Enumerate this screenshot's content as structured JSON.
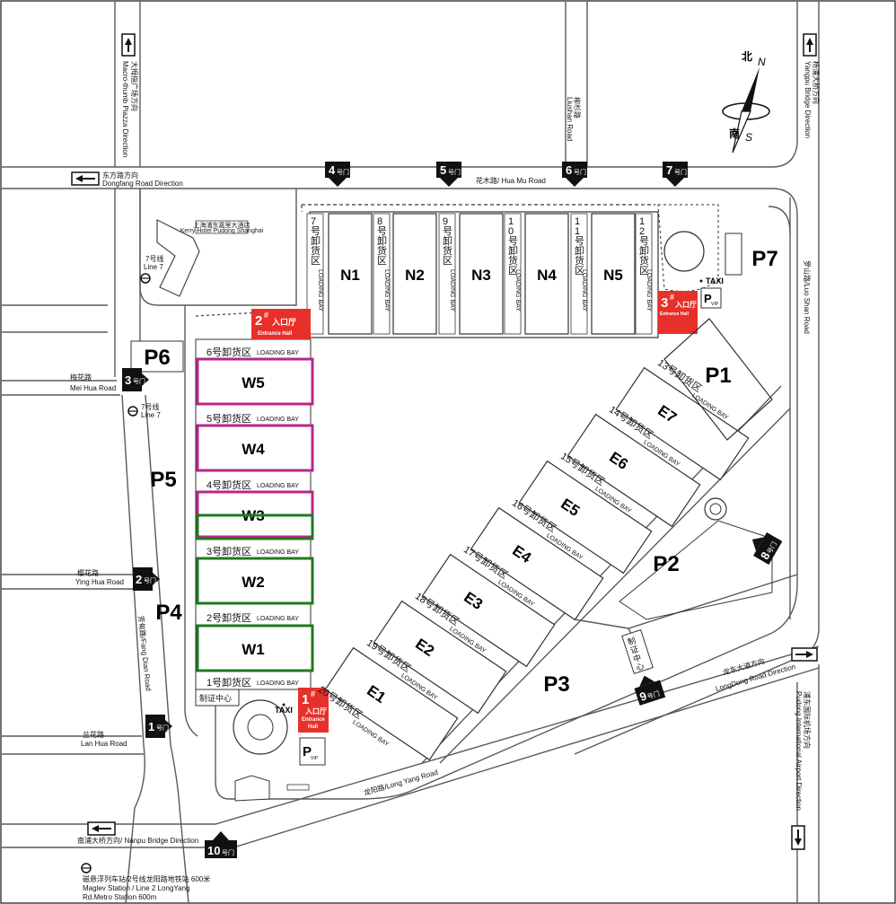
{
  "colors": {
    "road": "#5a5a5a",
    "entrance_red": "#e8302a",
    "hall_w_magenta": "#b8268a",
    "hall_w_green": "#1f7a1f",
    "gate_black": "#111111"
  },
  "compass": {
    "north_cn": "北",
    "north_en": "N",
    "south_cn": "南",
    "south_en": "S"
  },
  "roads": {
    "dongfang": {
      "cn": "东方路方向",
      "en": "Dongfang Road Direction"
    },
    "macro": {
      "cn": "大拇指广场方向",
      "en": "Macro-thumb Piazza Direction"
    },
    "lushan": {
      "cn": "柳杉路",
      "en": "Liushan Road"
    },
    "yangpu": {
      "cn": "杨浦大桥方向",
      "en": "Yangpu Bridge Direction"
    },
    "huamu": {
      "cn": "花木路",
      "en": "Hua Mu Road",
      "full": "花木路/ Hua Mu Road"
    },
    "luoshan": {
      "cn": "罗山路",
      "en": "Luo Shan Road",
      "full": "罗山路/Luo Shan Road"
    },
    "meihua": {
      "cn": "梅花路",
      "en": "Mei Hua Road"
    },
    "yinghua": {
      "cn": "樱花路",
      "en": "Ying Hua Road"
    },
    "fangdian": {
      "cn": "芳甸路",
      "en": "Fang Dian Road",
      "full": "芳甸路/Fang Dian Road"
    },
    "lanhua": {
      "cn": "兰花路",
      "en": "Lan Hua Road"
    },
    "longyang": {
      "full": "龙阳路/Long Yang Road"
    },
    "longdong": {
      "cn": "龙东大道方向",
      "en": "LongDong Road Direction"
    },
    "pudong_airport": {
      "cn": "浦东国际机场方向",
      "en": "Pudong International Airport Direction"
    },
    "nanpu": {
      "full": "南浦大桥方向/ Nanpu Bridge Direction"
    }
  },
  "metro": {
    "line7": {
      "cn": "7号线",
      "en": "Line 7"
    },
    "bottom_line1": "磁悬浮列车站/2号线龙阳路地铁站  600米",
    "bottom_line2": "Maglev Station / Line 2 LongYang",
    "bottom_line3": "Rd.Metro Station 600m"
  },
  "hotel": {
    "cn": "上海浦东嘉里大酒店",
    "en": "Kerry Hotel Pudong Shanghai"
  },
  "gates": [
    {
      "num": "1",
      "suffix": "号门"
    },
    {
      "num": "2",
      "suffix": "号门"
    },
    {
      "num": "3",
      "suffix": "号门"
    },
    {
      "num": "4",
      "suffix": "号门"
    },
    {
      "num": "5",
      "suffix": "号门"
    },
    {
      "num": "6",
      "suffix": "号门"
    },
    {
      "num": "7",
      "suffix": "号门"
    },
    {
      "num": "8",
      "suffix": "号门"
    },
    {
      "num": "9",
      "suffix": "号门"
    },
    {
      "num": "10",
      "suffix": "号门"
    }
  ],
  "halls_north": [
    {
      "name": "N1"
    },
    {
      "name": "N2"
    },
    {
      "name": "N3"
    },
    {
      "name": "N4"
    },
    {
      "name": "N5"
    }
  ],
  "bays_north": [
    {
      "cn": "7号卸货区",
      "en": "LOADING BAY"
    },
    {
      "cn": "8号卸货区",
      "en": "LOADING BAY"
    },
    {
      "cn": "9号卸货区",
      "en": "LOADING BAY"
    },
    {
      "cn": "10号卸货区",
      "en": "LOADING BAY"
    },
    {
      "cn": "11号卸货区",
      "en": "LOADING BAY"
    },
    {
      "cn": "12号卸货区",
      "en": "LOADING BAY"
    }
  ],
  "halls_west": [
    {
      "name": "W5"
    },
    {
      "name": "W4"
    },
    {
      "name": "W3"
    },
    {
      "name": "W2"
    },
    {
      "name": "W1"
    }
  ],
  "bays_west": [
    {
      "cn": "6号卸货区",
      "en": "LOADING BAY"
    },
    {
      "cn": "5号卸货区",
      "en": "LOADING BAY"
    },
    {
      "cn": "4号卸货区",
      "en": "LOADING BAY"
    },
    {
      "cn": "3号卸货区",
      "en": "LOADING BAY"
    },
    {
      "cn": "2号卸货区",
      "en": "LOADING BAY"
    },
    {
      "cn": "1号卸货区",
      "en": "LOADING BAY"
    }
  ],
  "halls_east": [
    {
      "name": "E7"
    },
    {
      "name": "E6"
    },
    {
      "name": "E5"
    },
    {
      "name": "E4"
    },
    {
      "name": "E3"
    },
    {
      "name": "E2"
    },
    {
      "name": "E1"
    }
  ],
  "bays_east": [
    {
      "cn": "13号卸货区",
      "en": "LOADING BAY"
    },
    {
      "cn": "14号卸货区",
      "en": "LOADING BAY"
    },
    {
      "cn": "15号卸货区",
      "en": "LOADING BAY"
    },
    {
      "cn": "16号卸货区",
      "en": "LOADING BAY"
    },
    {
      "cn": "17号卸货区",
      "en": "LOADING BAY"
    },
    {
      "cn": "18号卸货区",
      "en": "LOADING BAY"
    },
    {
      "cn": "19号卸货区",
      "en": "LOADING BAY"
    },
    {
      "cn": "20号卸货区",
      "en": "LOADING BAY"
    }
  ],
  "parking": [
    {
      "name": "P1"
    },
    {
      "name": "P2"
    },
    {
      "name": "P3"
    },
    {
      "name": "P4"
    },
    {
      "name": "P5"
    },
    {
      "name": "P6"
    },
    {
      "name": "P7"
    }
  ],
  "entrances": [
    {
      "num": "1",
      "sup": "#",
      "cn": "入口厅",
      "en1": "Entrance",
      "en2": "Hall"
    },
    {
      "num": "2",
      "sup": "#",
      "cn": "入口厅",
      "en1": "Entrance Hall",
      "en2": ""
    },
    {
      "num": "3",
      "sup": "#",
      "cn": "入口厅",
      "en1": "Entrance Hall",
      "en2": ""
    }
  ],
  "misc": {
    "taxi": "TAXI",
    "cert_center": "制证中心",
    "p_vip_p": "P",
    "p_vip_sub": "VIP"
  }
}
